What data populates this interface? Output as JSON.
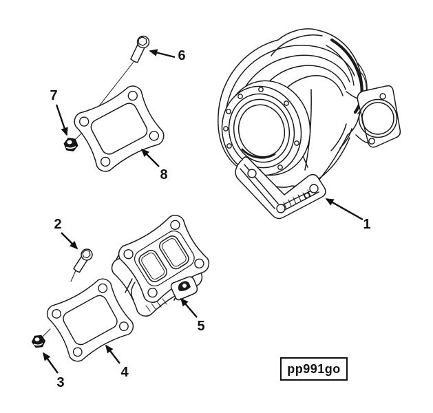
{
  "figure": {
    "background": "#ffffff",
    "ink": "#1a1a1a",
    "watermark": "pp991go",
    "callouts": [
      {
        "number": "1"
      },
      {
        "number": "2"
      },
      {
        "number": "3"
      },
      {
        "number": "4"
      },
      {
        "number": "5"
      },
      {
        "number": "6"
      },
      {
        "number": "7"
      },
      {
        "number": "8"
      }
    ]
  }
}
